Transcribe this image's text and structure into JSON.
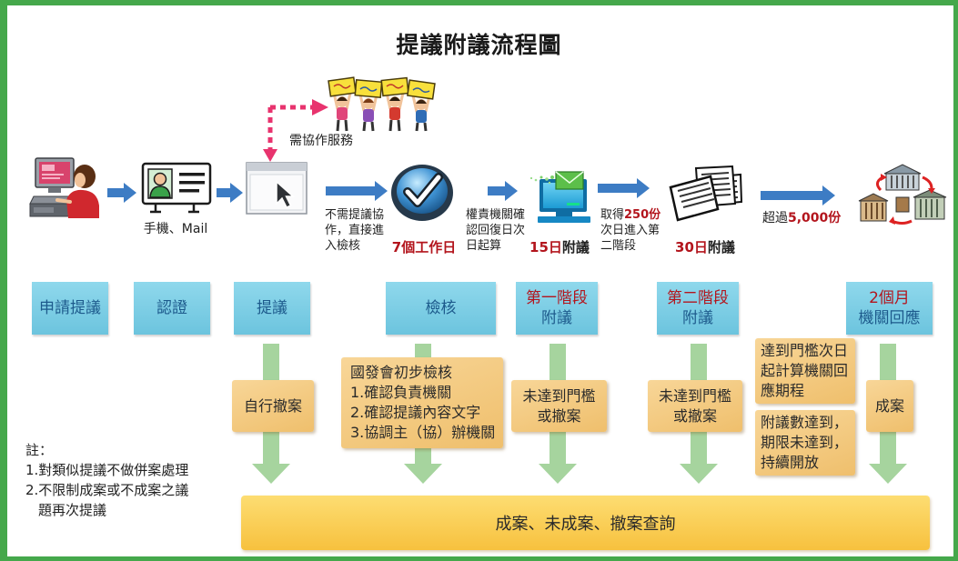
{
  "title": "提議附議流程圖",
  "colors": {
    "frame_green": "#45a84b",
    "arrow_blue": "#3d7cc4",
    "arrow_green": "#a6d49e",
    "box_text": "#1d5a8c",
    "accent_red": "#b3151d",
    "dotted_pink": "#e8336e"
  },
  "icons": [
    "computer-user-icon",
    "id-card-icon",
    "browser-cursor-icon",
    "petition-crowd-icon",
    "check-circle-icon",
    "email-computer-icon",
    "documents-icon",
    "government-buildings-icon"
  ],
  "flow_labels": {
    "verify_channel": "手機、Mail",
    "collab_service": "需協作服務",
    "no_collab": [
      "不需提議協",
      "作，直接進",
      "入檢核"
    ],
    "review_period": "7個工作日",
    "stage1_start": [
      "權責機關確",
      "認回復日次",
      "日起算"
    ],
    "stage1_period": {
      "days": "15日",
      "suffix": "附議"
    },
    "stage2_entry": {
      "prefix": "取得",
      "count": "250份",
      "lines": [
        "次日進入第",
        "二階段"
      ]
    },
    "stage2_period": {
      "days": "30日",
      "suffix": "附議"
    },
    "threshold": {
      "prefix": "超過",
      "count": "5,000份"
    }
  },
  "steps": [
    {
      "label": "申請提議"
    },
    {
      "label": "認證"
    },
    {
      "label": "提議"
    },
    {
      "label": "檢核"
    },
    {
      "highlight": "第一階段",
      "label": "附議"
    },
    {
      "highlight": "第二階段",
      "label": "附議"
    },
    {
      "highlight": "2個月",
      "label": "機關回應"
    }
  ],
  "outcomes": {
    "withdraw": "自行撤案",
    "review": {
      "title": "國發會初步檢核",
      "items": [
        "1.確認負責機關",
        "2.確認提議內容文字",
        "3.協調主（協）辦機關"
      ]
    },
    "stage1_fail": [
      "未達到門檻",
      "或撤案"
    ],
    "stage2_fail": [
      "未達到門檻",
      "或撤案"
    ],
    "response_timing": [
      "達到門檻次日",
      "起計算機關回",
      "應期程"
    ],
    "keep_open": [
      "附議數達到，",
      "期限未達到，",
      "持續開放"
    ],
    "accepted": "成案"
  },
  "notes": {
    "heading": "註：",
    "lines": [
      "1.對類似提議不做併案處理",
      "2.不限制成案或不成案之議",
      "題再次提議"
    ]
  },
  "query_bar": "成案、未成案、撤案查詢"
}
